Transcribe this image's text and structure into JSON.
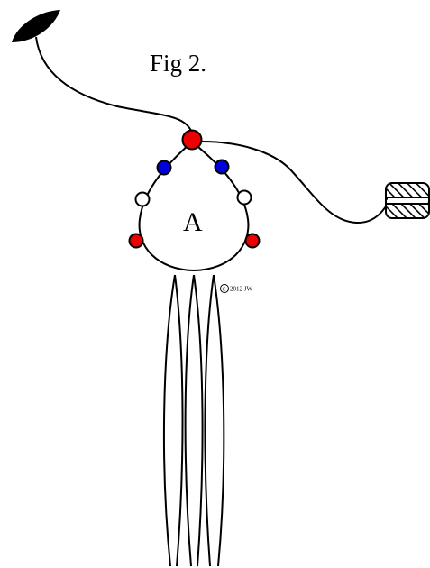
{
  "figure": {
    "title": "Fig 2.",
    "center_label": "A",
    "copyright": "2012 JW",
    "copyright_symbol": "C"
  },
  "colors": {
    "red": "#ee0000",
    "blue": "#0000dd",
    "white": "#ffffff",
    "ink": "#000000"
  },
  "icons": {
    "leaf": "leaf-icon",
    "anchor": "hatched-block-icon"
  },
  "nodes": {
    "top": "red",
    "upper_left": "blue",
    "upper_right": "blue",
    "middle_left": "white",
    "middle_right": "white",
    "lower_left": "red",
    "lower_right": "red"
  }
}
